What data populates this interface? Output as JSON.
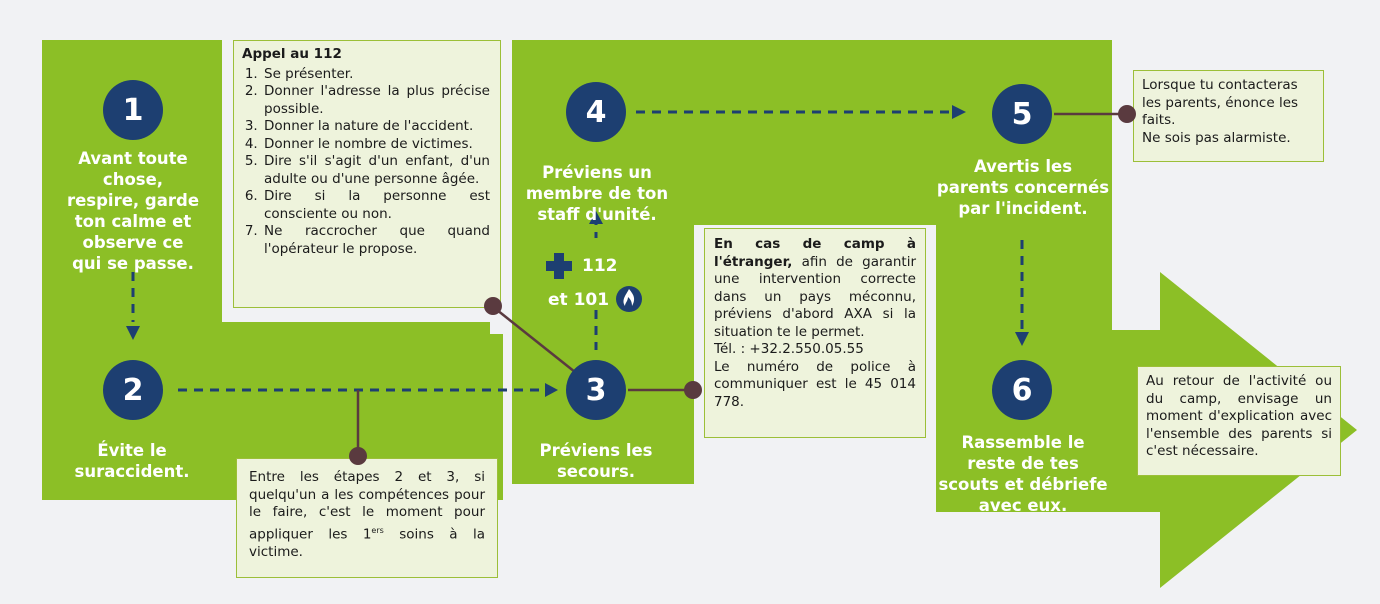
{
  "steps": [
    {
      "number": "1",
      "label": "Avant toute chose, respire, garde ton calme et observe ce qui se passe."
    },
    {
      "number": "2",
      "label": "Évite le suraccident."
    },
    {
      "number": "3",
      "label": "Préviens les secours."
    },
    {
      "number": "4",
      "label": "Préviens un membre de ton staff d'unité."
    },
    {
      "number": "5",
      "label": "Avertis les parents concernés par l'incident."
    },
    {
      "number": "6",
      "label": "Rassemble le reste de tes scouts et débriefe avec eux."
    }
  ],
  "call_box": {
    "title": "Appel au 112",
    "items": [
      "Se présenter.",
      "Donner l'adresse la plus précise possible.",
      "Donner la nature de l'accident.",
      "Donner le nombre de victimes.",
      "Dire s'il s'agit d'un enfant, d'un adulte ou d'une personne âgée.",
      "Dire si la personne est consciente ou non.",
      "Ne raccrocher que quand l'opérateur le propose."
    ]
  },
  "first_aid_box": {
    "text_before": "Entre les étapes 2 et 3, si quelqu'un a les compétences pour le faire, c'est le moment pour appliquer les 1",
    "sup": "ers",
    "text_after": " soins à la victime."
  },
  "abroad_box": {
    "bold": "En cas de camp à l'étranger,",
    "text": " afin de garantir une intervention correcte dans un pays méconnu, préviens d'abord AXA si la situation te le permet.",
    "phone": "Tél. : +32.2.550.05.55",
    "police": "Le numéro de police à communiquer est le 45 014 778."
  },
  "parents_box": {
    "line1": "Lorsque tu contacteras les parents, énonce les faits.",
    "line2": "Ne sois pas alarmiste."
  },
  "debrief_box": {
    "text": "Au retour de l'activité ou du camp, envisage un moment d'explication avec l'ensemble des parents si c'est nécessaire."
  },
  "emergency": {
    "number_112": "112",
    "number_101": "et 101",
    "icons": [
      "medical-cross-icon",
      "police-flame-icon"
    ]
  },
  "colors": {
    "green": "#8cbf26",
    "navy": "#1d3f71",
    "connector": "#5a3a3f",
    "box_bg": "#eef3dc",
    "background": "#f1f2f4"
  }
}
